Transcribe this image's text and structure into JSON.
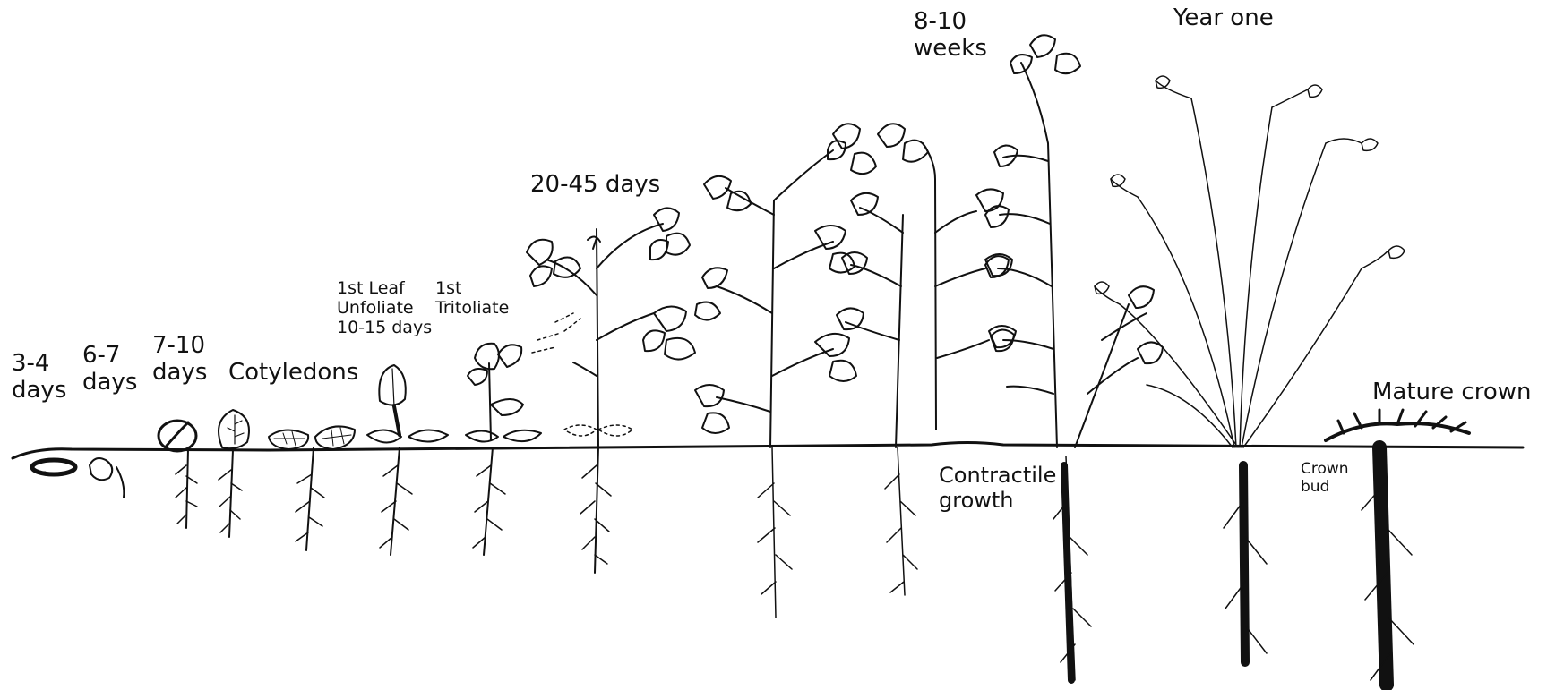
{
  "labels": {
    "days_3_4_a": "3-4",
    "days_3_4_b": "days",
    "days_6_7_a": "6-7",
    "days_6_7_b": "days",
    "days_7_10_a": "7-10",
    "days_7_10_b": "days",
    "cotyledons": "Cotyledons",
    "first_leaf_a": "1st Leaf",
    "first_leaf_b": "Unfoliate",
    "first_leaf_c": "10-15 days",
    "first_trifoliate_a": "1st",
    "first_trifoliate_b": "Tritoliate",
    "days_20_45": "20-45 days",
    "weeks_8_10_a": "8-10",
    "weeks_8_10_b": "weeks",
    "year_one": "Year one",
    "contractile_a": "Contractile",
    "contractile_b": "growth",
    "crown_bud_a": "Crown",
    "crown_bud_b": "bud",
    "mature_crown": "Mature crown"
  },
  "style": {
    "ink": "#111111",
    "background": "#ffffff"
  }
}
